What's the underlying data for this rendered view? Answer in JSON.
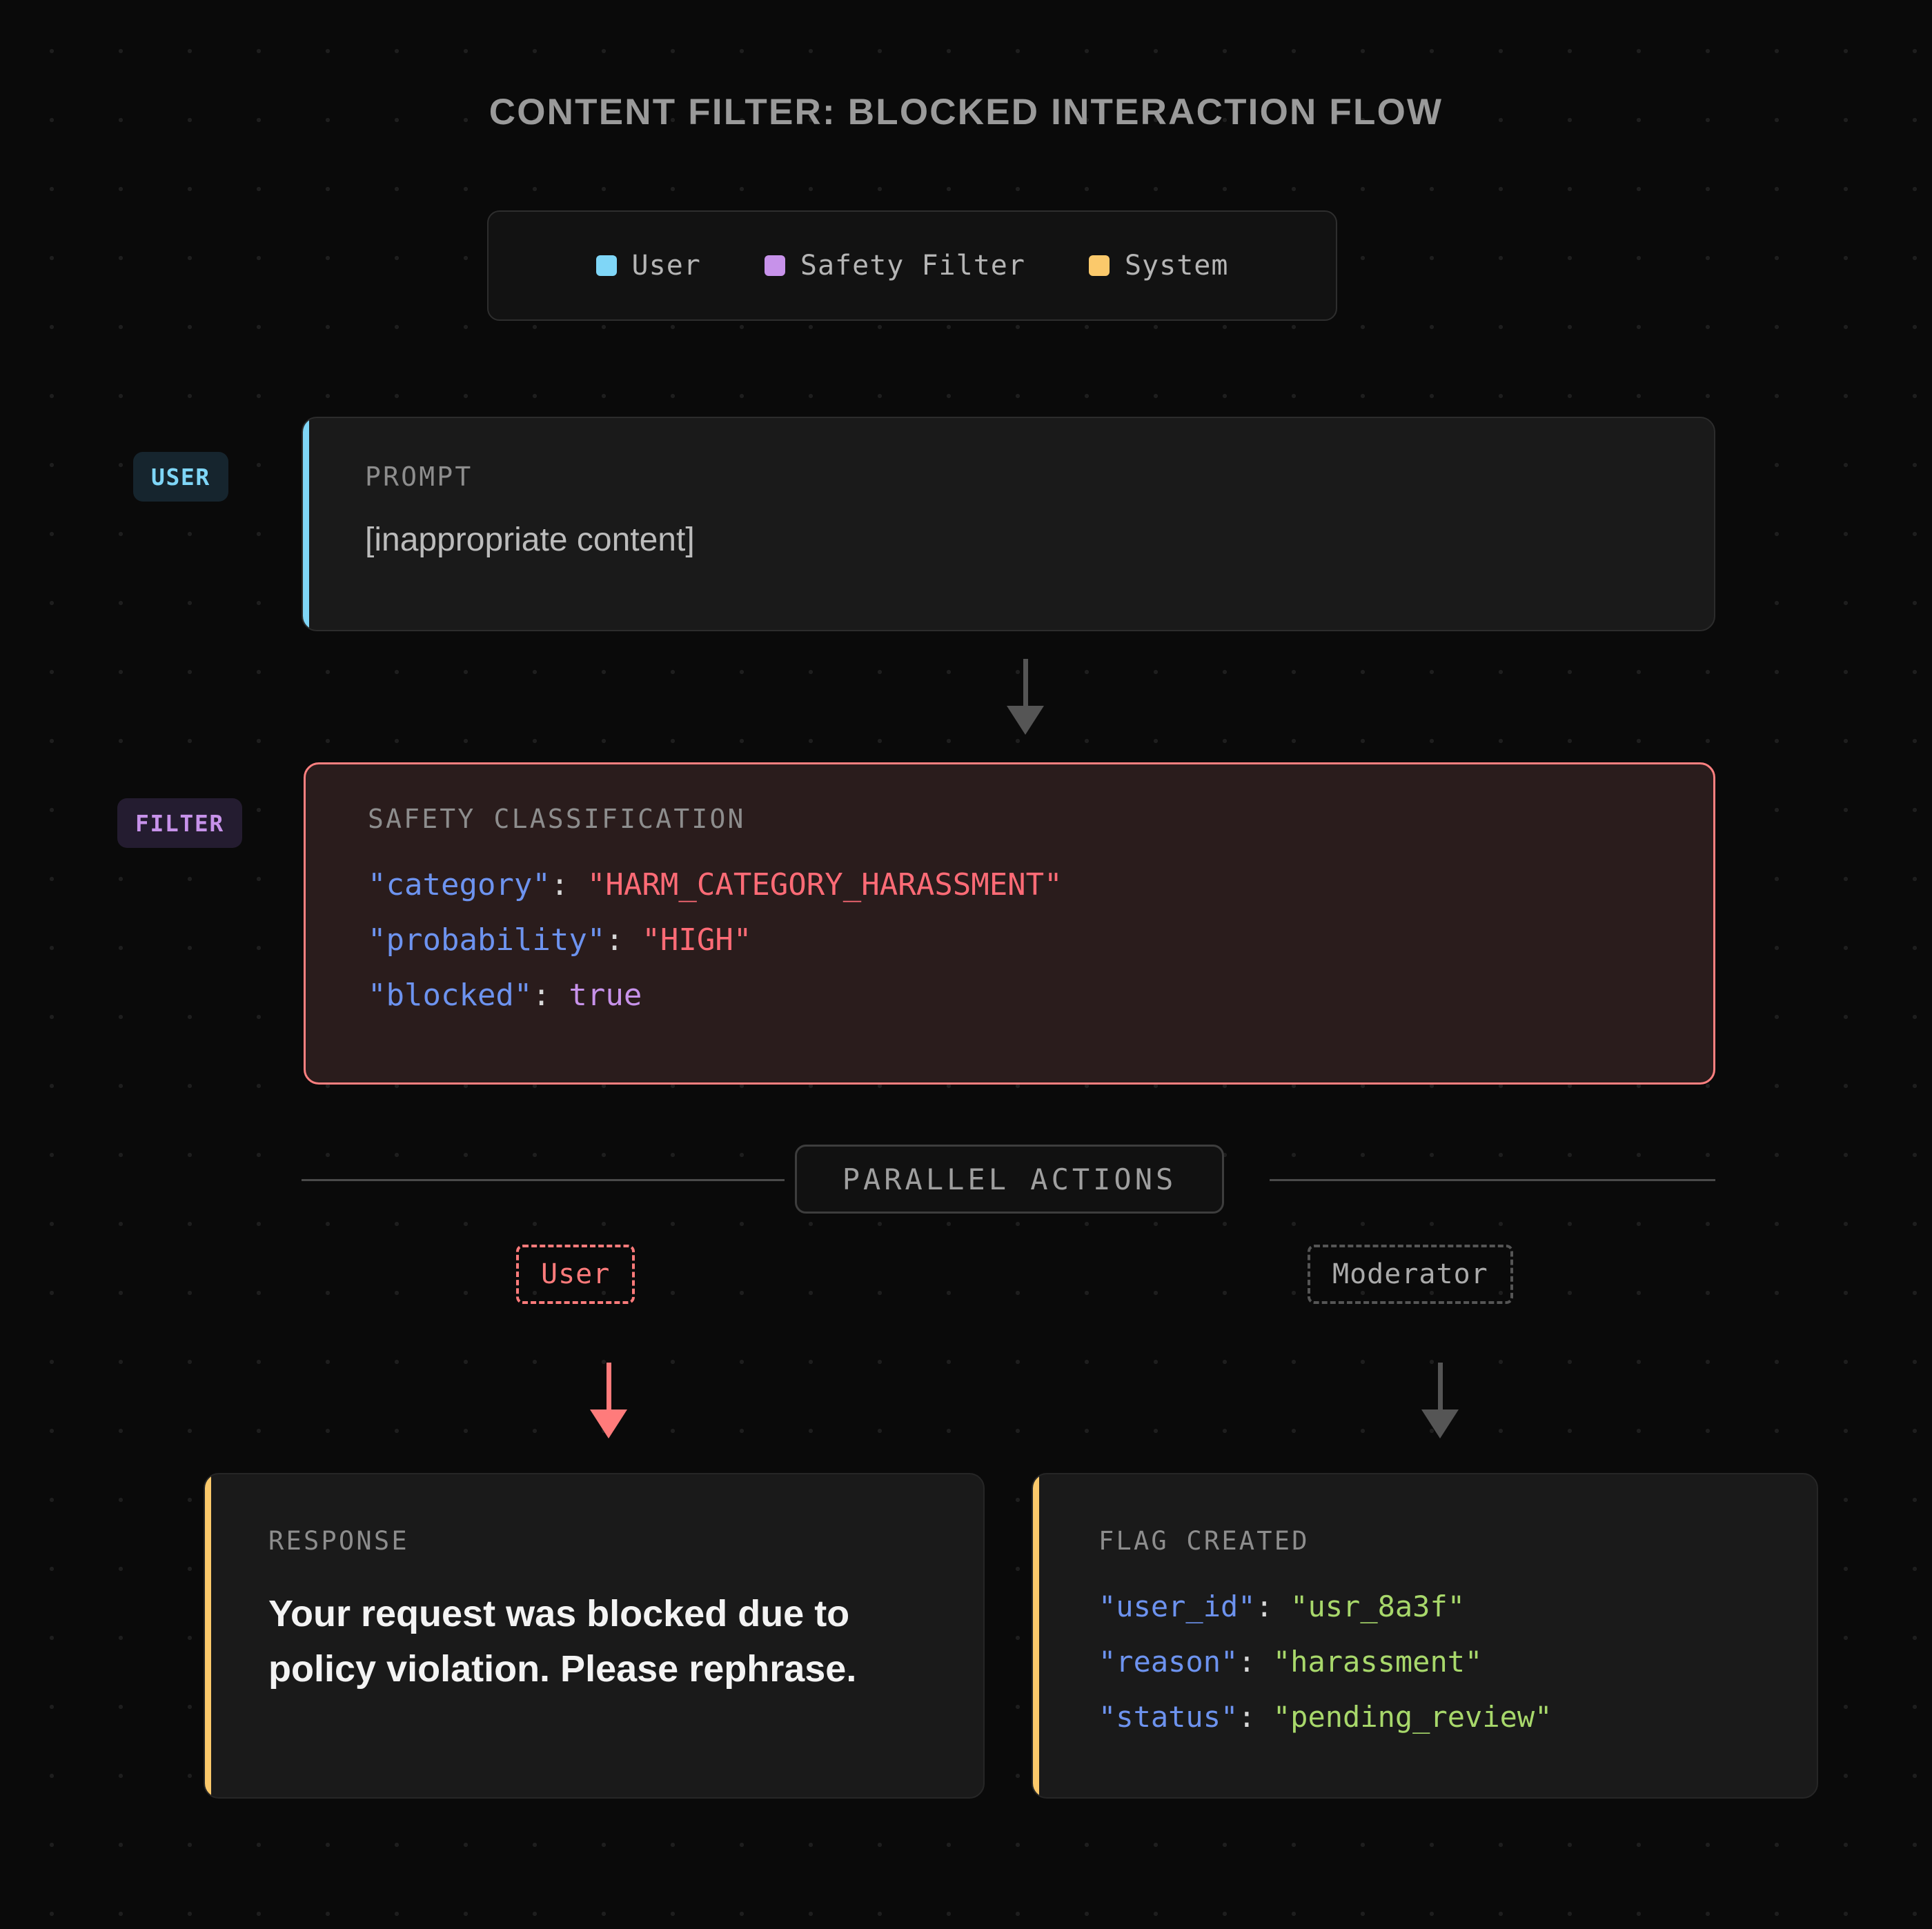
{
  "title": "CONTENT FILTER: BLOCKED INTERACTION FLOW",
  "legend": {
    "items": [
      {
        "label": "User",
        "color": "#7fd6f7"
      },
      {
        "label": "Safety Filter",
        "color": "#c792ea"
      },
      {
        "label": "System",
        "color": "#fbc96b"
      }
    ]
  },
  "lanes": {
    "user_badge": "USER",
    "filter_badge": "FILTER"
  },
  "prompt_card": {
    "label": "PROMPT",
    "body": "[inappropriate content]",
    "accent_color": "#7fd6f7"
  },
  "safety_card": {
    "label": "SAFETY CLASSIFICATION",
    "border_color": "#ff8080",
    "rows": [
      {
        "key": "\"category\"",
        "colon": ":",
        "value": "\"HARM_CATEGORY_HARASSMENT\"",
        "value_type": "string-red"
      },
      {
        "key": "\"probability\"",
        "colon": ":",
        "value": "\"HIGH\"",
        "value_type": "string-red"
      },
      {
        "key": "\"blocked\"",
        "colon": ":",
        "value": "true",
        "value_type": "boolean"
      }
    ]
  },
  "divider": {
    "label": "PARALLEL ACTIONS"
  },
  "branches": {
    "left": {
      "label": "User",
      "color": "#ff7b7b"
    },
    "right": {
      "label": "Moderator",
      "color": "#aaaaaa"
    }
  },
  "response_card": {
    "label": "RESPONSE",
    "body": "Your request was blocked due to policy violation. Please rephrase.",
    "accent_color": "#fbc96b"
  },
  "flag_card": {
    "label": "FLAG CREATED",
    "accent_color": "#fbc96b",
    "rows": [
      {
        "key": "\"user_id\"",
        "colon": ":",
        "value": "\"usr_8a3f\"",
        "value_type": "string-green"
      },
      {
        "key": "\"reason\"",
        "colon": ":",
        "value": "\"harassment\"",
        "value_type": "string-green"
      },
      {
        "key": "\"status\"",
        "colon": ":",
        "value": "\"pending_review\"",
        "value_type": "string-green"
      }
    ]
  }
}
